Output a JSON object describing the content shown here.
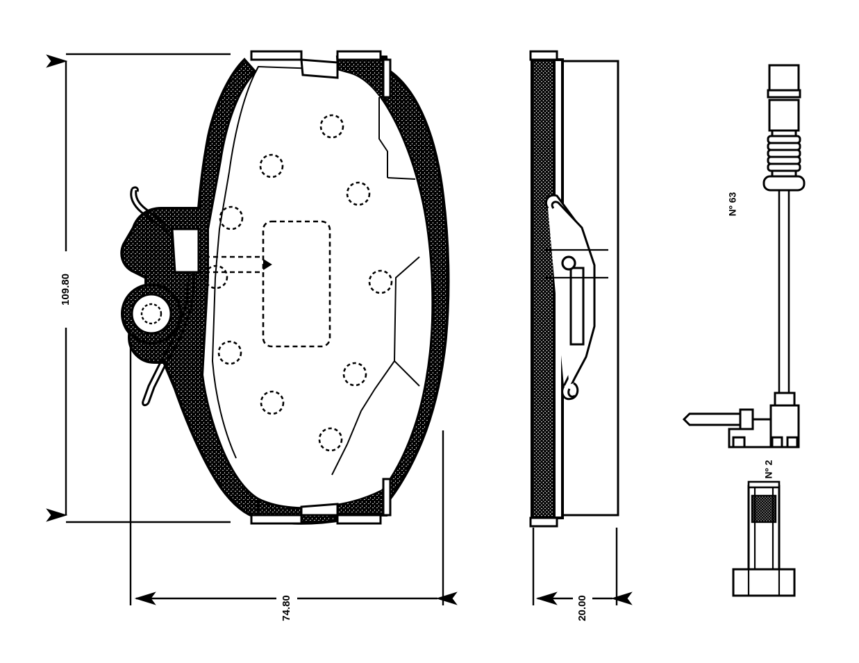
{
  "drawing": {
    "title": "Brake pad set technical drawing",
    "background_color": "#ffffff",
    "line_color": "#000000",
    "units": "mm"
  },
  "dimensions": {
    "height_label": "109.80",
    "width_label": "74.80",
    "thickness_label": "20.00"
  },
  "part_labels": {
    "sensor_cable_label": "Nº 63",
    "sensor_pin_label": "Nº 2"
  },
  "views": {
    "front": {
      "name": "front-view",
      "description": "Brake pad front face with backing plate, friction material hatching, retaining holes and spring clip"
    },
    "side": {
      "name": "side-view",
      "description": "Brake pad edge view showing friction material thickness and retaining spring clip"
    },
    "accessories": {
      "name": "accessories-view",
      "description": "Wear sensor cable with connector and guide pin"
    }
  },
  "front_view_features": {
    "hole_count": 9,
    "tab_count": 4,
    "pocket": "dashed rectangular recess",
    "eyelet": "circular boss with central bore",
    "spring": "wire retaining clip"
  }
}
